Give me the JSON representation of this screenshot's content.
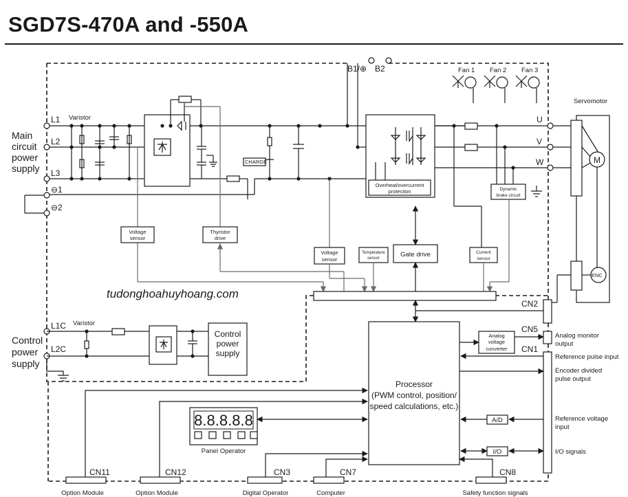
{
  "title": "SGD7S-470A and -550A",
  "watermark": "tudonghoahuyhoang.com",
  "labels": {
    "main_power": [
      "Main",
      "circuit",
      "power",
      "supply"
    ],
    "control_power": [
      "Control",
      "power",
      "supply"
    ],
    "terminals": {
      "L1": "L1",
      "L2": "L2",
      "L3": "L3",
      "neg1": "⊖1",
      "neg2": "⊖2",
      "L1C": "L1C",
      "L2C": "L2C",
      "B1": "B1/⊕",
      "B2": "B2",
      "U": "U",
      "V": "V",
      "W": "W"
    },
    "varistor_main": "Varistor",
    "varistor_ctrl": "Varistor",
    "charge": "CHARGE",
    "fans": [
      "Fan 1",
      "Fan 2",
      "Fan 3"
    ],
    "servomotor": "Servomotor",
    "motor": "M",
    "encoder": "ENC",
    "voltage_sensor_1": [
      "Voltage",
      "sensor"
    ],
    "thyristor_drive": [
      "Thyristor",
      "drive"
    ],
    "voltage_sensor_2": [
      "Voltage",
      "sensor"
    ],
    "temperature_sensor": [
      "Temperature",
      "sensor"
    ],
    "gate_drive": "Gate drive",
    "current_sensor": [
      "Current",
      "sensor"
    ],
    "overheat": [
      "Overheat/overcurrent",
      "protection"
    ],
    "dynamic_brake": [
      "Dynamic",
      "brake circuit"
    ],
    "control_power_supply": [
      "Control",
      "power",
      "supply"
    ],
    "analog_voltage_converter": [
      "Analog",
      "voltage",
      "converter"
    ],
    "processor": [
      "Processor",
      "(PWM control, position/",
      "speed calculations, etc.)"
    ],
    "panel_operator": "Panel Operator",
    "panel_display": "8.8.8.8.8",
    "ad": "A/D",
    "io": "I/O",
    "connectors": {
      "CN2": "CN2",
      "CN5": "CN5",
      "CN1": "CN1",
      "CN11": "CN11",
      "CN12": "CN12",
      "CN3": "CN3",
      "CN7": "CN7",
      "CN8": "CN8"
    },
    "right_signals": {
      "analog_monitor": [
        "Analog monitor",
        "output"
      ],
      "reference_pulse": "Reference pulse input",
      "encoder_divided": [
        "Encoder divided",
        "pulse output"
      ],
      "reference_voltage": [
        "Reference voltage",
        "input"
      ],
      "io_signals": "I/O signals"
    },
    "bottom": {
      "option_module_1": "Option Module",
      "option_module_2": "Option Module",
      "digital_operator": "Digital Operator",
      "computer": "Computer",
      "safety": "Safety function signals"
    }
  }
}
